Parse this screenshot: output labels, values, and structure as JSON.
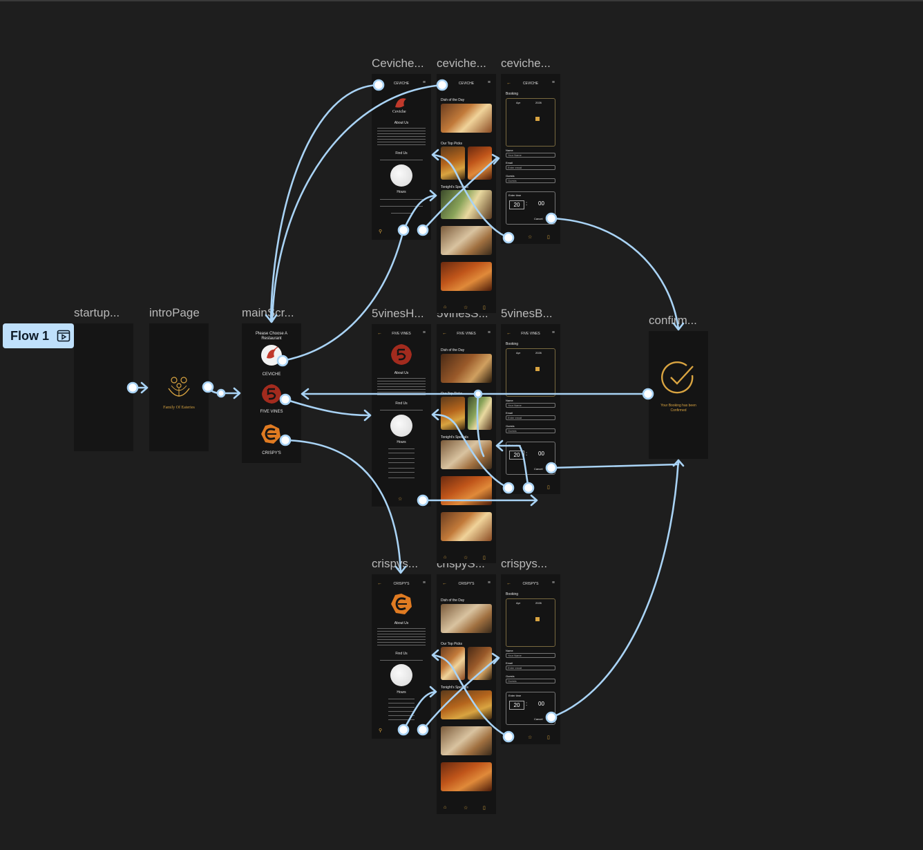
{
  "flow": {
    "label": "Flow 1"
  },
  "frames": {
    "startup": "startup...",
    "intro": "introPage",
    "main": "mainScr...",
    "ceviche_home": "Ceviche...",
    "ceviche_menu": "ceviche...",
    "ceviche_booking": "ceviche...",
    "fivevines_home": "5vinesH...",
    "fivevines_menu": "5vinesS...",
    "fivevines_booking": "5vinesB...",
    "crispys_home": "crispys...",
    "crispys_menu": "crispyS...",
    "crispys_booking": "crispys...",
    "confirm": "confirm..."
  },
  "intro": {
    "brand": "Family Of Eateries"
  },
  "main": {
    "heading": "Please Choose A Restaurant",
    "restaurants": [
      "CEVICHE",
      "FIVE VINES",
      "CRISPY'S"
    ]
  },
  "headers": {
    "ceviche": "CEVICHE",
    "fivevines": "FIVE VINES",
    "crispys": "CRISPY'S"
  },
  "home": {
    "about": "About Us",
    "find": "Find Us",
    "hours": "Hours",
    "ceviche_logo_text": "Ceviche"
  },
  "menu": {
    "dish_of_day": "Dish of the Day",
    "top_picks": "Our Top Picks",
    "tonight": "Tonight's Specials"
  },
  "booking": {
    "title": "Booking",
    "name_label": "Name",
    "name_ph": "Your Name",
    "email_label": "Email",
    "email_ph": "Enter email",
    "guests_label": "Guests",
    "guests_val": "Guests",
    "time_label": "Enter time",
    "hour": "20",
    "minute": "00",
    "cancel": "Cancel",
    "month": "Apr",
    "year": "2026"
  },
  "confirm": {
    "line1": "Your Booking has been",
    "line2": "Confirmed"
  },
  "colors": {
    "canvas": "#1e1e1e",
    "frame": "#141414",
    "accent": "#d9a441",
    "connector": "#a9d3f5"
  }
}
